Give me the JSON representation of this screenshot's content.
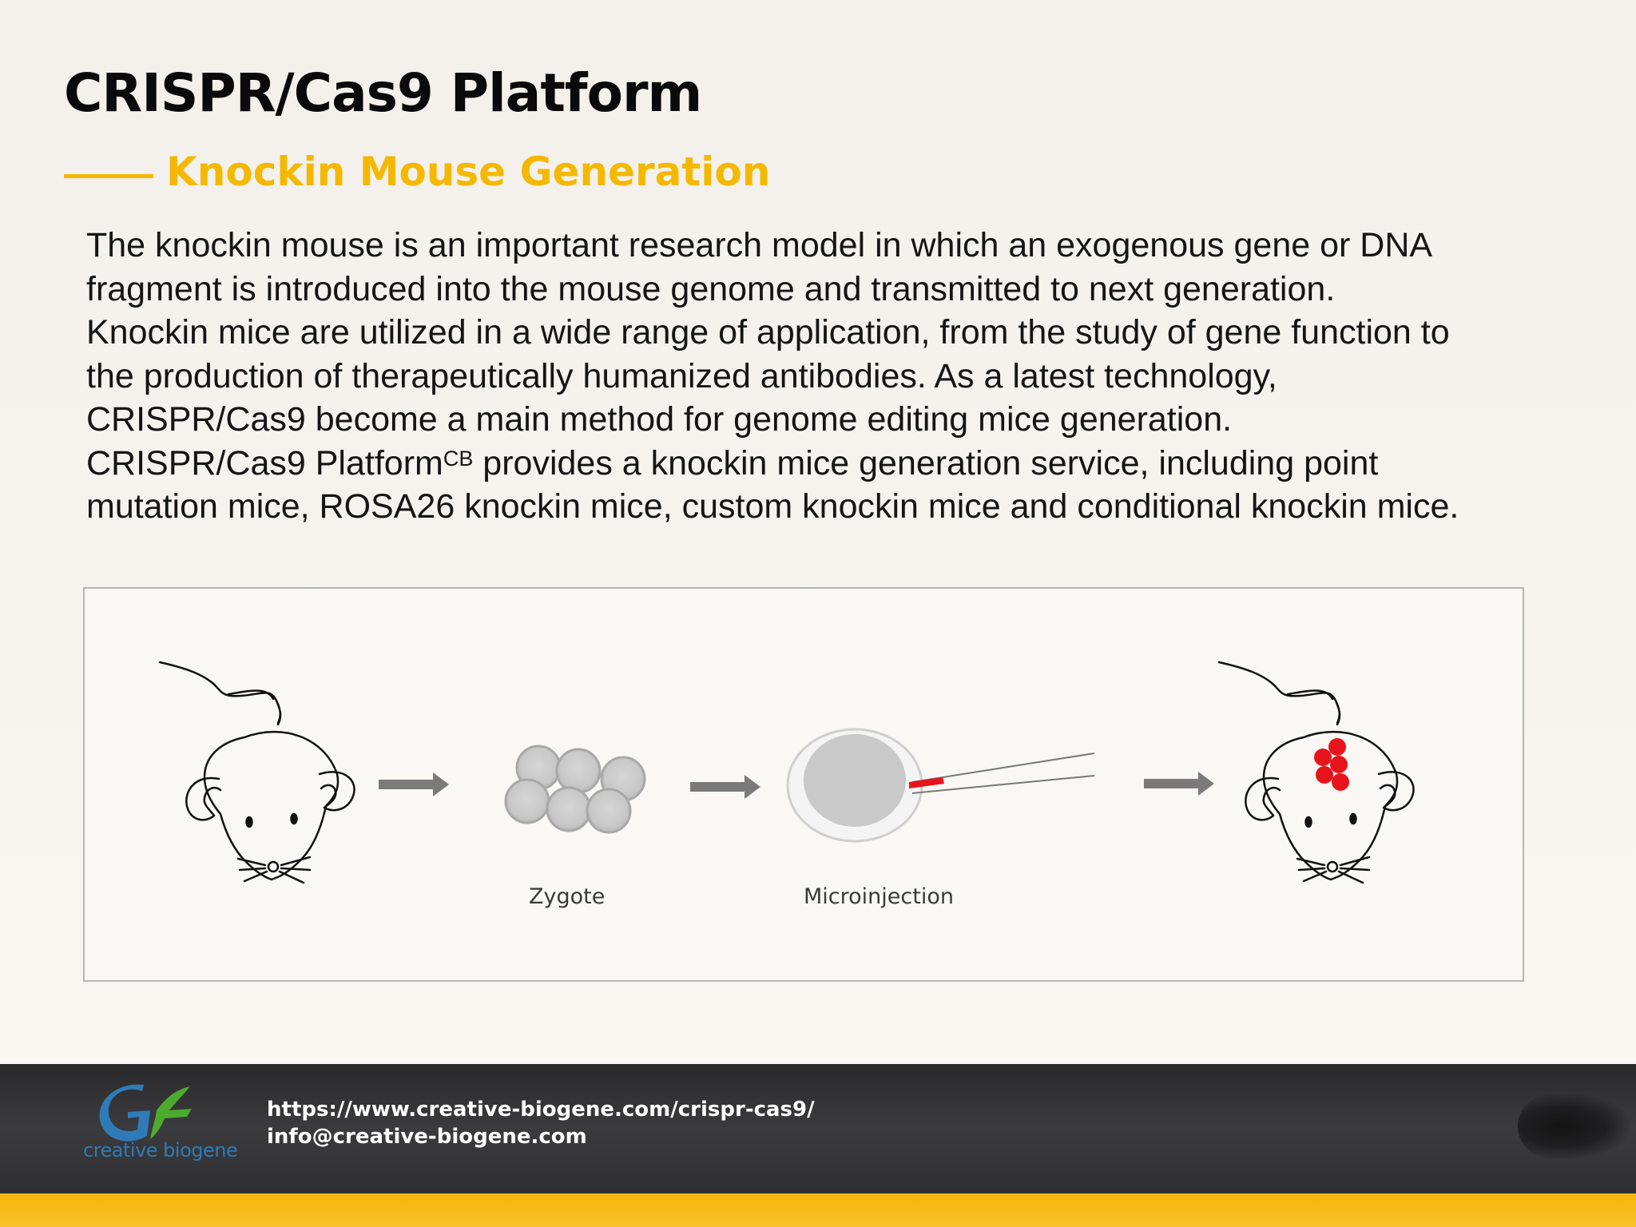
{
  "header": {
    "title": "CRISPR/Cas9 Platform",
    "subtitle": "Knockin Mouse Generation"
  },
  "body": {
    "line1": "The knockin mouse is an important research model in which an exogenous gene or DNA",
    "line2": "fragment is introduced into the mouse genome and transmitted to next generation.",
    "line3": "Knockin mice are utilized in a wide range of application, from the study of gene function to",
    "line4": "the production of therapeutically humanized antibodies. As a latest technology,",
    "line5": "CRISPR/Cas9 become a main method for genome editing mice generation.",
    "line6_pre": "CRISPR/Cas9 Platform",
    "line6_sup": "CB",
    "line6_post": " provides a knockin mice generation service, including point",
    "line7": "mutation mice, ROSA26 knockin mice, custom knockin mice and conditional knockin mice."
  },
  "diagram": {
    "caption_zygote": "Zygote",
    "caption_microinjection": "Microinjection",
    "colors": {
      "arrow": "#7a7a7a",
      "knockin_marker": "#e8141c",
      "needle_tip": "#e8141c"
    }
  },
  "footer": {
    "logo_text": "creative biogene",
    "url": "https://www.creative-biogene.com/crispr-cas9/",
    "email": "info@creative-biogene.com",
    "colors": {
      "band": "#333336",
      "accent_bar": "#f6b40a",
      "logo_blue": "#2e7bb8",
      "logo_green": "#4caa2e"
    }
  }
}
